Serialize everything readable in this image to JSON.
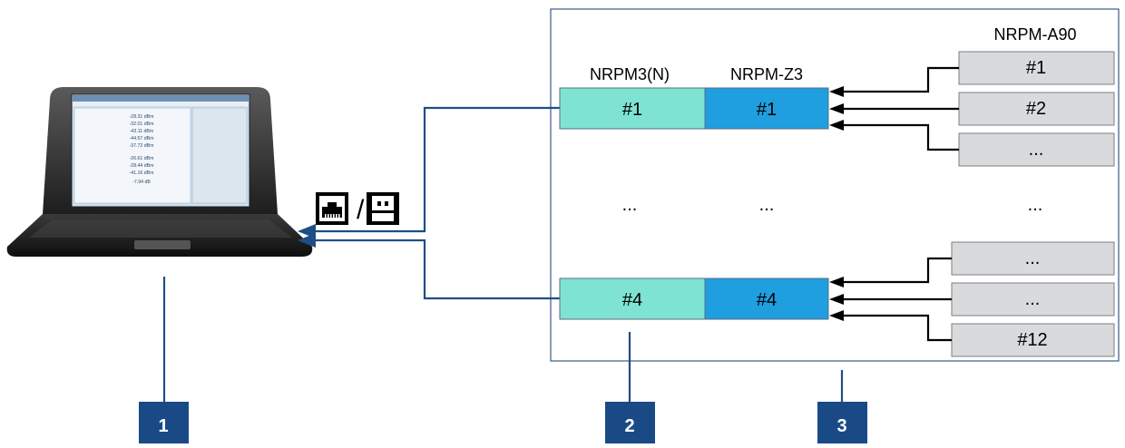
{
  "labels": {
    "sensor_col": "NRPM3(N)",
    "module_col": "NRPM-Z3",
    "antenna_col": "NRPM-A90",
    "slash": "/"
  },
  "sensors": [
    "#1",
    "#4"
  ],
  "modules": [
    "#1",
    "#4"
  ],
  "antennas_top": [
    "#1",
    "#2",
    "..."
  ],
  "antennas_bottom": [
    "...",
    "...",
    "#12"
  ],
  "ellipsis": "...",
  "callouts": [
    "1",
    "2",
    "3"
  ],
  "laptop_screen_readings": [
    "-28.31 dBm",
    "-32.01 dBm",
    "-43.11 dBm",
    "-44.57 dBm",
    "-37.72 dBm",
    "-26.61 dBm",
    "-28.44 dBm",
    "-41.16 dBm",
    "-7.94 dB"
  ],
  "colors": {
    "sensor_fill": "#7fe3d3",
    "module_fill": "#1f9ee0",
    "antenna_fill": "#d9dadc",
    "wire": "#1f4e86",
    "callout": "#1a4a86",
    "arrow": "#000000"
  },
  "icons": [
    "lan-port-icon",
    "usb-port-icon",
    "laptop-icon"
  ]
}
